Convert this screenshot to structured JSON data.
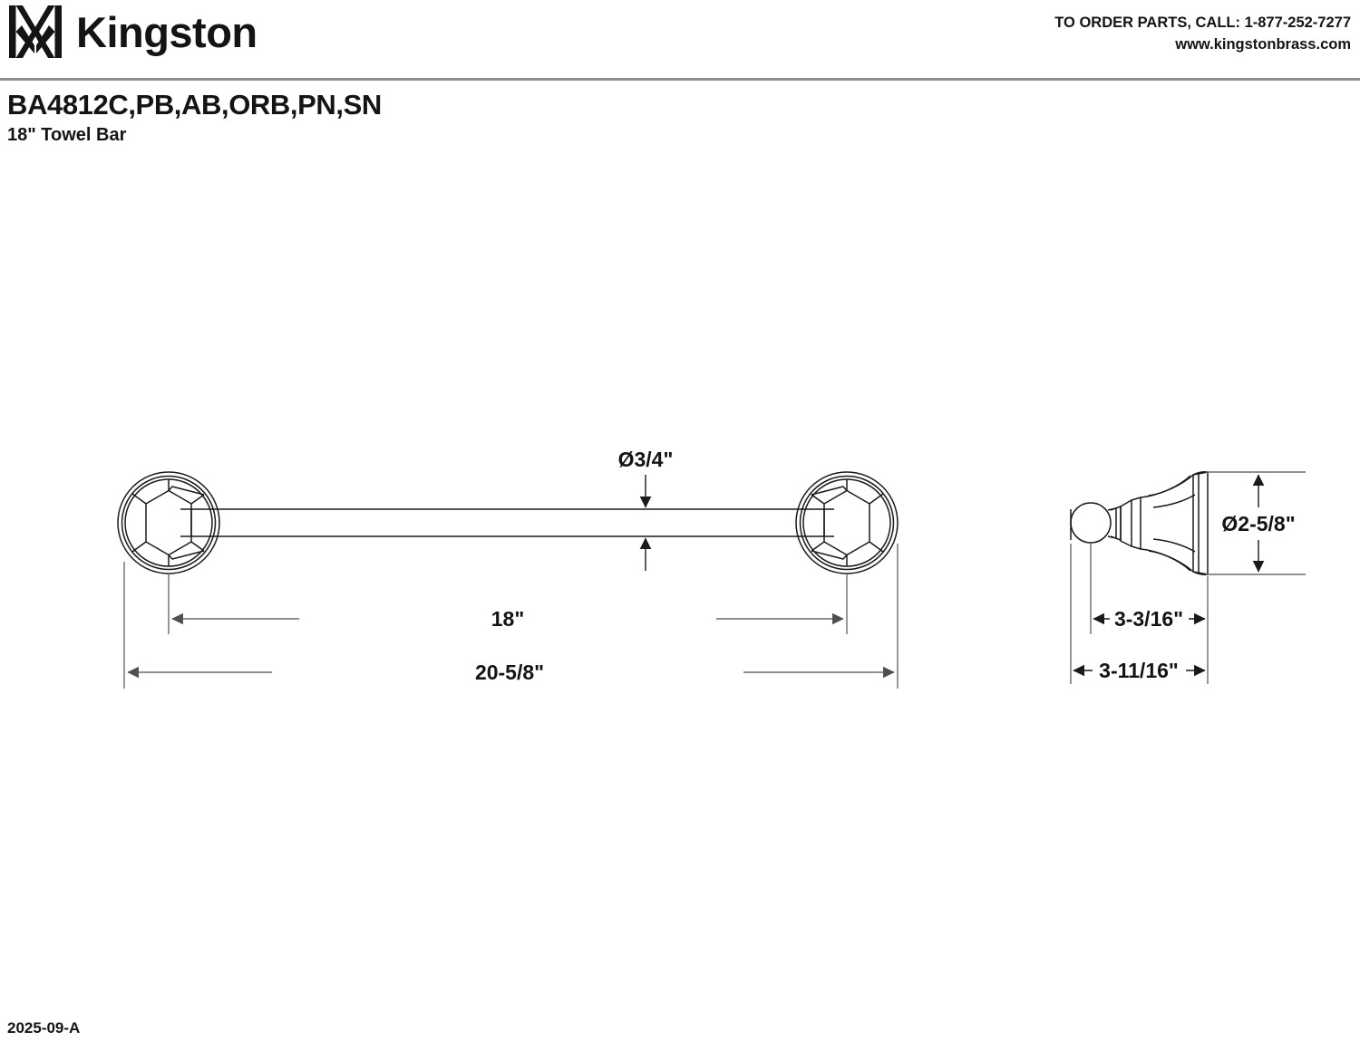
{
  "header": {
    "brand_name": "Kingston",
    "logo_icon": "kingston-monogram-logo",
    "contact": {
      "order_line": "TO ORDER PARTS, CALL: 1-877-252-7277",
      "website": "www.kingstonbrass.com"
    }
  },
  "title": {
    "model_numbers": "BA4812C,PB,AB,ORB,PN,SN",
    "product_name": "18\" Towel Bar"
  },
  "drawing": {
    "front_view": {
      "label": "front-elevation-view",
      "dimensions": {
        "bar_diameter": "Ø3/4\"",
        "center_to_center": "18\"",
        "overall_length": "20-5/8\""
      }
    },
    "side_view": {
      "label": "side-profile-view",
      "dimensions": {
        "flange_diameter": "Ø2-5/8\"",
        "post_projection": "3-3/16\"",
        "overall_projection": "3-11/16\""
      }
    },
    "line_color": "#1a1a1a",
    "dim_color": "#5a5a5a"
  },
  "footer": {
    "revision": "2025-09-A"
  }
}
